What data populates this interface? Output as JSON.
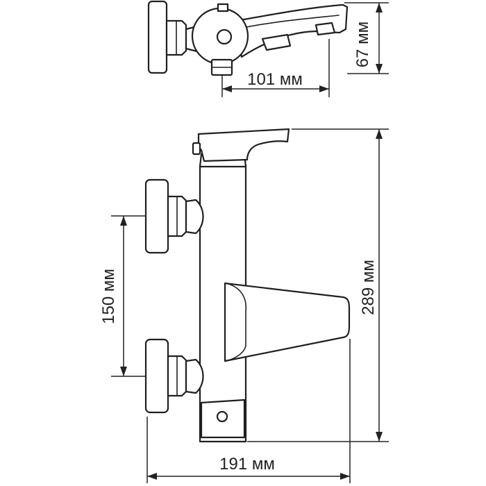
{
  "dimensions": {
    "top_depth": "67 мм",
    "top_reach": "101 мм",
    "height": "289 мм",
    "width": "191 мм",
    "inlet_spacing": "150 мм"
  }
}
